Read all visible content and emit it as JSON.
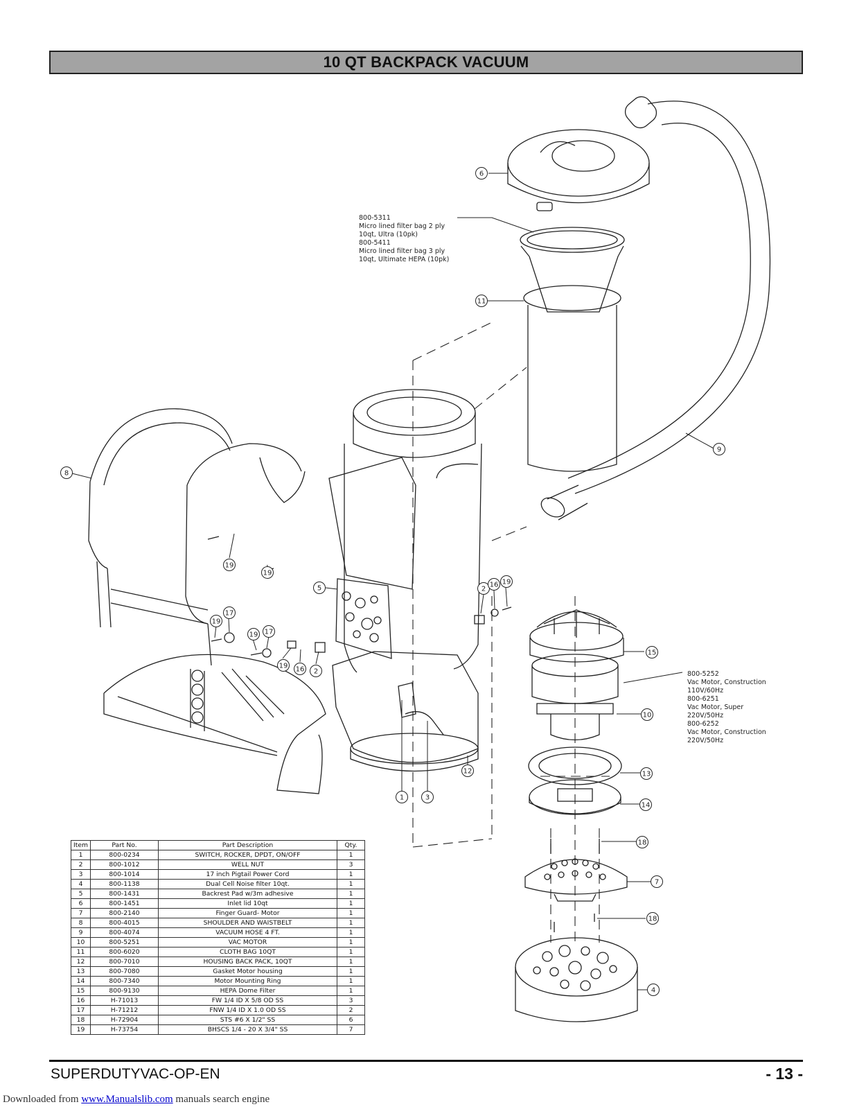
{
  "header": {
    "title": "10 QT BACKPACK VACUUM"
  },
  "filter_bag_note": {
    "lines": [
      "800-5311",
      "Micro lined filter bag 2 ply",
      "10qt, Ultra (10pk)",
      "800-5411",
      "Micro lined filter bag 3 ply",
      "10qt, Ultimate HEPA (10pk)"
    ]
  },
  "motor_note": {
    "lines": [
      "800-5252",
      "Vac Motor, Construction",
      "110V/60Hz",
      "800-6251",
      "Vac Motor, Super",
      "220V/50Hz",
      "800-6252",
      "Vac Motor, Construction",
      "220V/50Hz"
    ]
  },
  "callouts": [
    "1",
    "2",
    "3",
    "4",
    "5",
    "6",
    "7",
    "8",
    "9",
    "10",
    "11",
    "12",
    "13",
    "14",
    "15",
    "16",
    "17",
    "18",
    "19"
  ],
  "parts_table": {
    "headers": [
      "Item",
      "Part No.",
      "Part Description",
      "Qty."
    ],
    "rows": [
      [
        "1",
        "800-0234",
        "SWITCH, ROCKER, DPDT, ON/OFF",
        "1"
      ],
      [
        "2",
        "800-1012",
        "WELL NUT",
        "3"
      ],
      [
        "3",
        "800-1014",
        "17 inch Pigtail Power Cord",
        "1"
      ],
      [
        "4",
        "800-1138",
        "Dual Cell Noise filter 10qt.",
        "1"
      ],
      [
        "5",
        "800-1431",
        "Backrest Pad w/3m adhesive",
        "1"
      ],
      [
        "6",
        "800-1451",
        "Inlet lid 10qt",
        "1"
      ],
      [
        "7",
        "800-2140",
        "Finger Guard- Motor",
        "1"
      ],
      [
        "8",
        "800-4015",
        "SHOULDER AND WAISTBELT",
        "1"
      ],
      [
        "9",
        "800-4074",
        "VACUUM HOSE 4 FT.",
        "1"
      ],
      [
        "10",
        "800-5251",
        "VAC MOTOR",
        "1"
      ],
      [
        "11",
        "800-6020",
        "CLOTH BAG 10QT",
        "1"
      ],
      [
        "12",
        "800-7010",
        "HOUSING BACK PACK, 10QT",
        "1"
      ],
      [
        "13",
        "800-7080",
        "Gasket Motor housing",
        "1"
      ],
      [
        "14",
        "800-7340",
        "Motor Mounting Ring",
        "1"
      ],
      [
        "15",
        "800-9130",
        "HEPA Dome Filter",
        "1"
      ],
      [
        "16",
        "H-71013",
        "FW 1/4 ID X 5/8 OD SS",
        "3"
      ],
      [
        "17",
        "H-71212",
        "FNW 1/4 ID X 1.0 OD SS",
        "2"
      ],
      [
        "18",
        "H-72904",
        "STS #6 X 1/2\" SS",
        "6"
      ],
      [
        "19",
        "H-73754",
        "BHSCS  1/4 - 20 X 3/4\" SS",
        "7"
      ]
    ]
  },
  "footer": {
    "doc_code": "SUPERDUTYVAC-OP-EN",
    "page": "- 13 -"
  },
  "download": {
    "prefix": "Downloaded from ",
    "link": "www.Manualslib.com",
    "suffix": "  manuals search engine"
  }
}
